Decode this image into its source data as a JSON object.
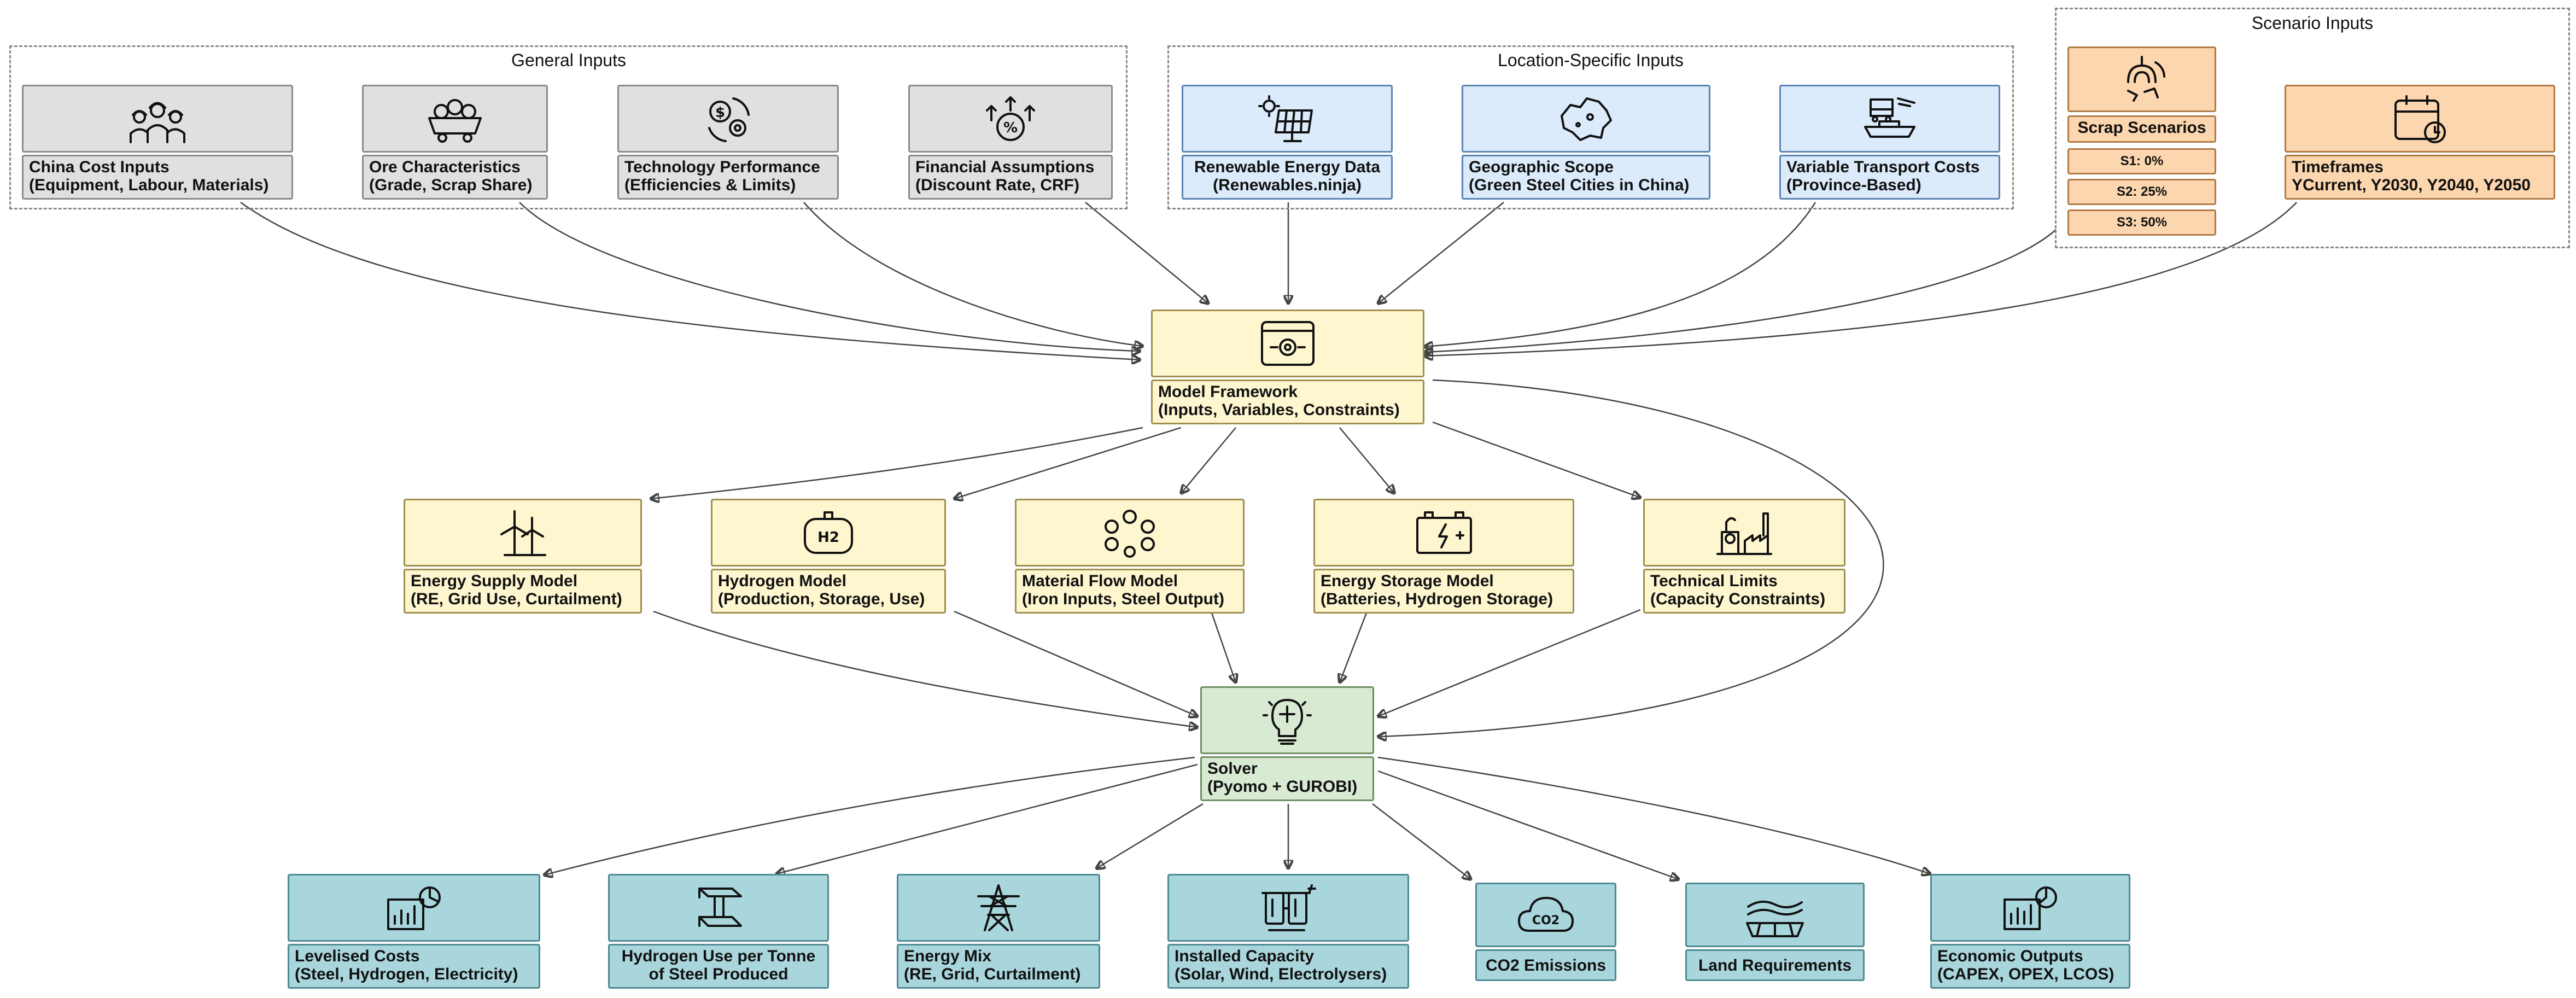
{
  "groups": {
    "general": {
      "title": "General Inputs"
    },
    "location": {
      "title": "Location-Specific Inputs"
    },
    "scenario": {
      "title": "Scenario Inputs"
    }
  },
  "inputs": {
    "china_cost": {
      "label": "China Cost Inputs\n(Equipment, Labour, Materials)",
      "icon": "workers-icon"
    },
    "ore": {
      "label": "Ore Characteristics\n(Grade, Scrap Share)",
      "icon": "ore-cart-icon"
    },
    "tech": {
      "label": "Technology Performance\n(Efficiencies & Limits)",
      "icon": "gear-dollar-cycle-icon"
    },
    "finance": {
      "label": "Financial Assumptions\n(Discount Rate, CRF)",
      "icon": "percent-growth-icon"
    },
    "renewable": {
      "label": "Renewable Energy Data\n(Renewables.ninja)",
      "icon": "solar-panel-icon"
    },
    "geo": {
      "label": "Geographic Scope\n(Green Steel Cities in China)",
      "icon": "china-map-icon"
    },
    "transport": {
      "label": "Variable Transport Costs\n(Province-Based)",
      "icon": "transport-icon"
    },
    "scrap": {
      "label": "Scrap Scenarios",
      "icon": "scrap-grab-icon",
      "items": [
        "S1: 0%",
        "S2: 25%",
        "S3: 50%"
      ]
    },
    "timeframes": {
      "label": "Timeframes\nYCurrent, Y2030, Y2040, Y2050",
      "icon": "calendar-clock-icon"
    }
  },
  "framework": {
    "label": "Model Framework\n(Inputs, Variables, Constraints)",
    "icon": "browser-settings-icon"
  },
  "models": {
    "energy_supply": {
      "label": "Energy Supply Model\n(RE, Grid Use, Curtailment)",
      "icon": "wind-turbine-icon"
    },
    "hydrogen": {
      "label": "Hydrogen Model\n(Production, Storage, Use)",
      "icon": "h2-tank-icon",
      "icon_text": "H2"
    },
    "material_flow": {
      "label": "Material Flow Model\n(Iron Inputs, Steel Output)",
      "icon": "flow-circles-icon"
    },
    "energy_storage": {
      "label": "Energy Storage Model\n(Batteries, Hydrogen Storage)",
      "icon": "battery-icon"
    },
    "technical_limits": {
      "label": "Technical Limits\n(Capacity Constraints)",
      "icon": "factory-icon"
    }
  },
  "solver": {
    "label": "Solver\n(Pyomo + GUROBI)",
    "icon": "lightbulb-puzzle-icon"
  },
  "outputs": {
    "levelised": {
      "label": "Levelised Costs\n(Steel, Hydrogen, Electricity)",
      "icon": "dashboard-chart-icon"
    },
    "hydrogen_use": {
      "label": "Hydrogen Use per Tonne\nof Steel Produced",
      "icon": "steel-beam-icon"
    },
    "energy_mix": {
      "label": "Energy Mix\n(RE, Grid, Curtailment)",
      "icon": "power-pylon-icon"
    },
    "capacity": {
      "label": "Installed Capacity\n(Solar, Wind, Electrolysers)",
      "icon": "electrolyser-icon"
    },
    "co2": {
      "label": "CO2 Emissions",
      "icon": "co2-cloud-icon",
      "icon_text": "CO2"
    },
    "land": {
      "label": "Land Requirements",
      "icon": "land-field-icon"
    },
    "economic": {
      "label": "Economic Outputs\n(CAPEX, OPEX, LCOS)",
      "icon": "economic-chart-icon"
    }
  }
}
